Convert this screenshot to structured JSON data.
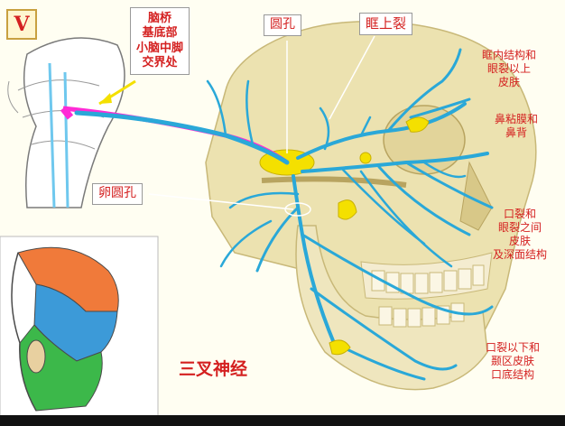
{
  "badge": "V",
  "labels": {
    "pons_junction": [
      "脑桥",
      "基底部",
      "小脑中脚",
      "交界处"
    ],
    "foramen_rotundum": "圆孔",
    "superior_orbital_fissure": "眶上裂",
    "foramen_ovale": "卵圆孔",
    "orbit_skin": [
      "眶内结构和",
      "眼裂以上",
      "皮肤"
    ],
    "nasal": [
      "鼻粘膜和",
      "鼻背"
    ],
    "mid_face": [
      "口裂和",
      "眼裂之间",
      "皮肤",
      "及深面结构"
    ],
    "lower_face": [
      "口裂以下和",
      "颞区皮肤",
      "口底结构"
    ],
    "title": "三叉神经"
  },
  "colors": {
    "nerve": "#2aa8d8",
    "nerve_dark": "#1a7fb0",
    "tract_pink": "#ff2bd6",
    "ganglion_yellow": "#f4e000",
    "label_red": "#d42020",
    "skull_bone": "#ece2b0",
    "brainstem": "#ffffff",
    "zone_v1": "#f07a3a",
    "zone_v2": "#3c9ad8",
    "zone_v3": "#3cb84a"
  }
}
